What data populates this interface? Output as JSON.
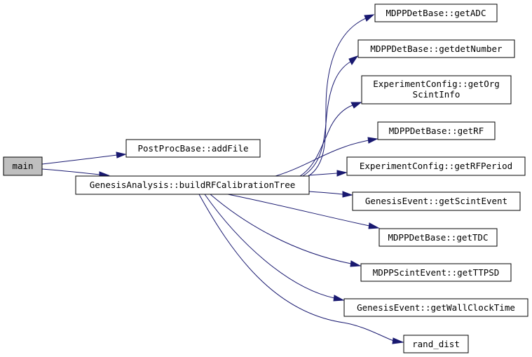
{
  "nodes": {
    "main": {
      "label": [
        "main"
      ]
    },
    "addFile": {
      "label": [
        "PostProcBase::addFile"
      ]
    },
    "build": {
      "label": [
        "GenesisAnalysis::buildRFCalibrationTree"
      ]
    },
    "getADC": {
      "label": [
        "MDPPDetBase::getADC"
      ]
    },
    "getdetNumber": {
      "label": [
        "MDPPDetBase::getdetNumber"
      ]
    },
    "getOrgScintInfo": {
      "label": [
        "ExperimentConfig::getOrg",
        "ScintInfo"
      ]
    },
    "getRF": {
      "label": [
        "MDPPDetBase::getRF"
      ]
    },
    "getRFPeriod": {
      "label": [
        "ExperimentConfig::getRFPeriod"
      ]
    },
    "getScintEvent": {
      "label": [
        "GenesisEvent::getScintEvent"
      ]
    },
    "getTDC": {
      "label": [
        "MDPPDetBase::getTDC"
      ]
    },
    "getTTPSD": {
      "label": [
        "MDPPScintEvent::getTTPSD"
      ]
    },
    "getWallClockTime": {
      "label": [
        "GenesisEvent::getWallClockTime"
      ]
    },
    "rand_dist": {
      "label": [
        "rand_dist"
      ]
    }
  },
  "edges": [
    [
      "main",
      "addFile"
    ],
    [
      "main",
      "build"
    ],
    [
      "build",
      "getADC"
    ],
    [
      "build",
      "getdetNumber"
    ],
    [
      "build",
      "getOrgScintInfo"
    ],
    [
      "build",
      "getRF"
    ],
    [
      "build",
      "getRFPeriod"
    ],
    [
      "build",
      "getScintEvent"
    ],
    [
      "build",
      "getTDC"
    ],
    [
      "build",
      "getTTPSD"
    ],
    [
      "build",
      "getWallClockTime"
    ],
    [
      "build",
      "rand_dist"
    ]
  ],
  "colors": {
    "edge": "#191970",
    "root_fill": "#bfbfbf",
    "node_fill": "#ffffff",
    "node_border": "#000000"
  }
}
